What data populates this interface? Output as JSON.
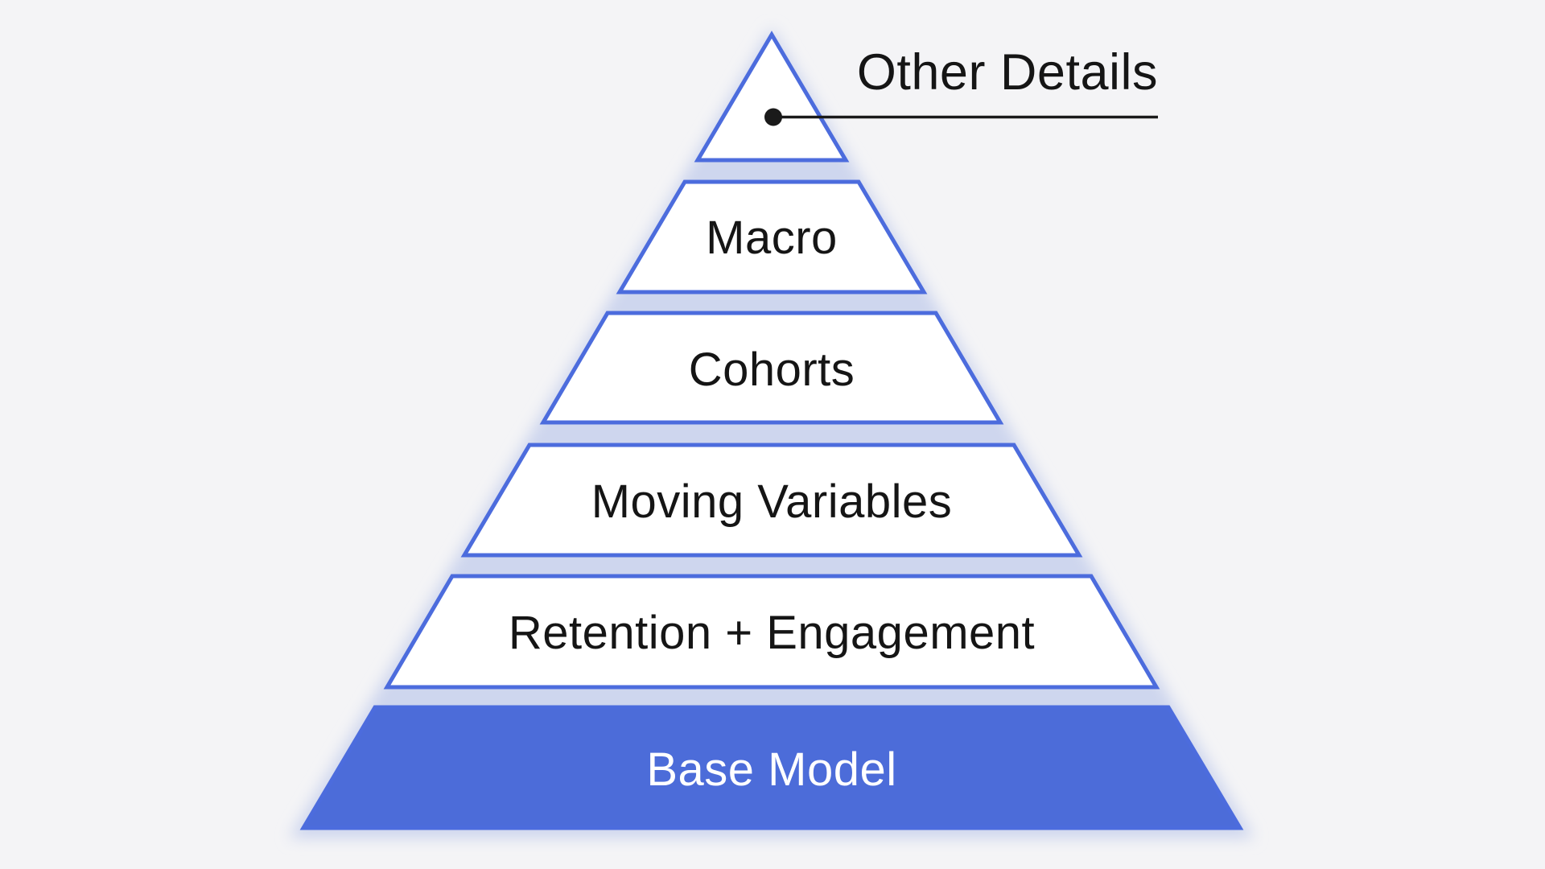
{
  "colors": {
    "background": "#f4f4f6",
    "glow": "#ced6ee",
    "border": "#4c6cdd",
    "level_fill": "#ffffff",
    "base_fill": "#4c6cd9",
    "text": "#151515",
    "base_text": "#ffffff",
    "callout_line": "#1a1a1a"
  },
  "pyramid": {
    "levels": [
      {
        "id": "apex",
        "label": ""
      },
      {
        "id": "macro",
        "label": "Macro"
      },
      {
        "id": "cohorts",
        "label": "Cohorts"
      },
      {
        "id": "moving-variables",
        "label": "Moving Variables"
      },
      {
        "id": "retention-engagement",
        "label": "Retention + Engagement"
      },
      {
        "id": "base-model",
        "label": "Base Model"
      }
    ],
    "callout": {
      "label": "Other Details"
    }
  }
}
